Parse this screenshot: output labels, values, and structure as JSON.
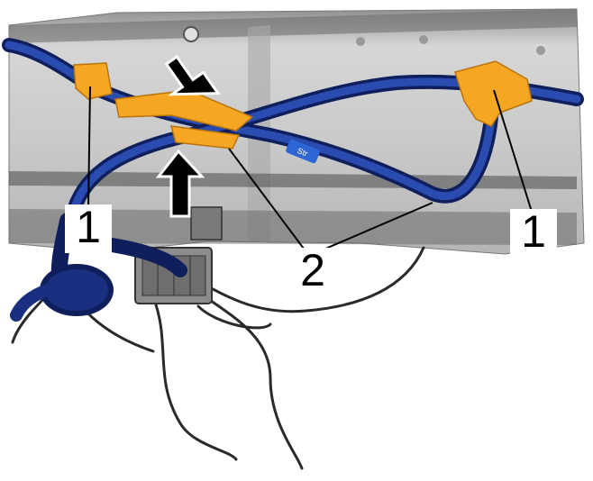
{
  "figure": {
    "callouts": [
      {
        "label": "1"
      },
      {
        "label": "1"
      },
      {
        "label": "2"
      }
    ],
    "harness_tag_text": "Str",
    "colors": {
      "harness": "#1e3a8a",
      "clip": "#f5a623",
      "arrow": "#000000",
      "panel": "#c8c8c8"
    }
  }
}
